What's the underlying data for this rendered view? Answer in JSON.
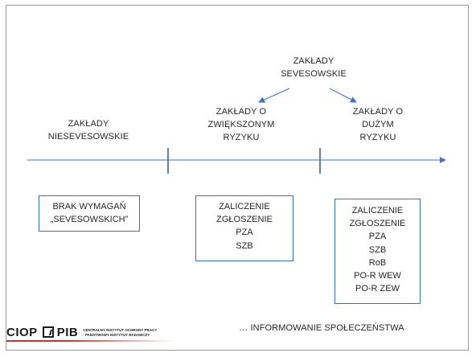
{
  "top_label": [
    "ZAKŁADY",
    "SEVESOWSKIE"
  ],
  "categories": [
    {
      "heading": [
        "ZAKŁADY",
        "NIESEVESOWSKIE"
      ],
      "requirements": [
        "BRAK WYMAGAŃ",
        "„SEVESOWSKICH”"
      ]
    },
    {
      "heading": [
        "ZAKŁADY O",
        "ZWIĘKSZONYM",
        "RYZYKU"
      ],
      "requirements": [
        "ZALICZENIE",
        "ZGŁOSZENIE",
        "PZA",
        "SZB"
      ]
    },
    {
      "heading": [
        "ZAKŁADY O",
        "DUŻYM",
        "RYZYKU"
      ],
      "requirements": [
        "ZALICZENIE",
        "ZGŁOSZENIE",
        "PZA",
        "SZB",
        "RoB",
        "PO-R WEW",
        "PO-R ZEW"
      ]
    }
  ],
  "bottom_note": "… INFORMOWANIE SPOŁECZEŃSTWA",
  "logo": {
    "name": "CIOP PIB",
    "subtitle_line1": "CENTRALNY INSTYTUT OCHRONY PRACY",
    "subtitle_line2": "- PAŃSTWOWY INSTYTUT BADAWCZY"
  },
  "colors": {
    "line": "#4472c4",
    "box_border": "#2e75b6",
    "text": "#262626",
    "logo_accent": "#c0392b"
  }
}
